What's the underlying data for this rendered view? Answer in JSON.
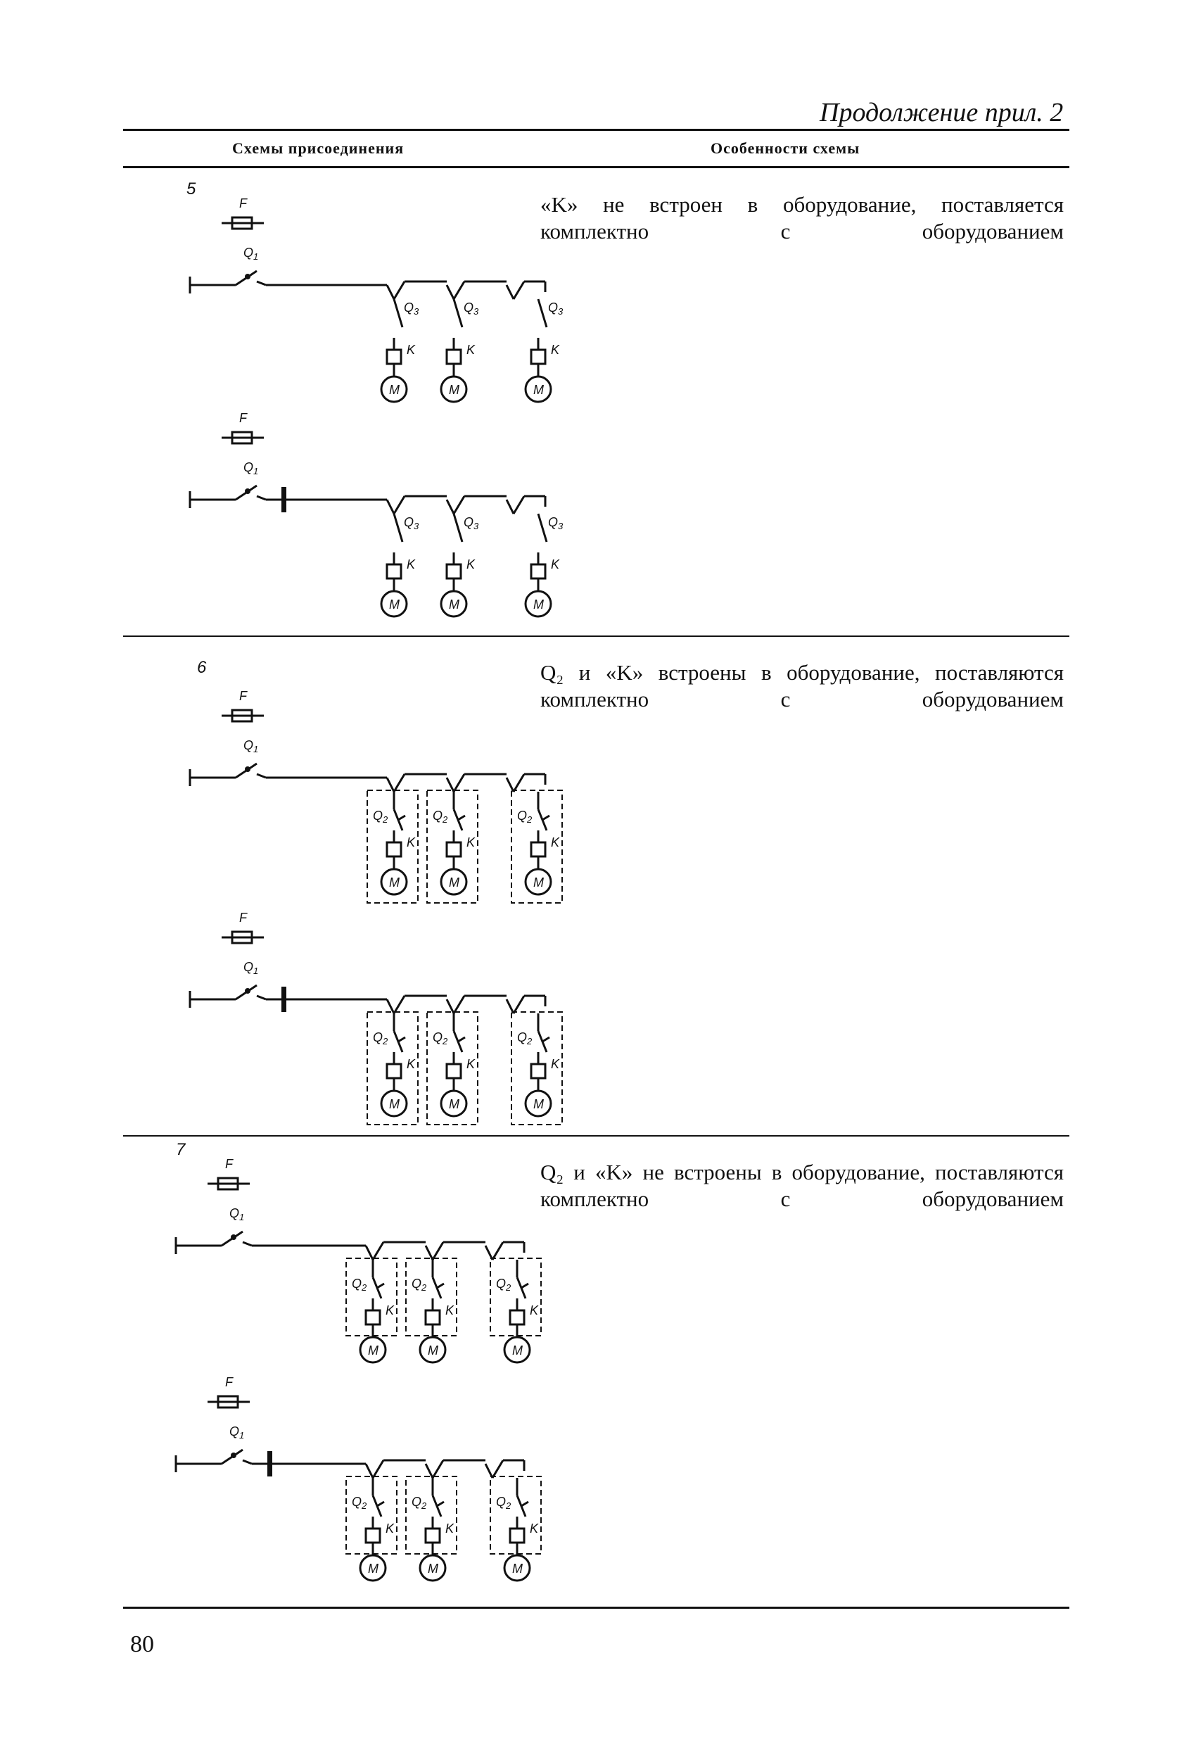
{
  "header": {
    "continuation": "Продолжение прил. 2",
    "col_left": "Схемы присоединения",
    "col_right": "Особенности схемы"
  },
  "rows": [
    {
      "number": "5",
      "description": "«K» не встроен в оборудование, поставляется комплектно с оборудованием"
    },
    {
      "number": "6",
      "description": "Q₂ и «K» встроены в оборудование, поставляются комплектно с оборудованием"
    },
    {
      "number": "7",
      "description": "Q₂ и «K» не встроены в оборудование, поставляются комплектно с оборудованием"
    }
  ],
  "labels": {
    "fuse": "F",
    "switch_q1": "Q1",
    "switch_q2": "Q2",
    "switch_q3": "Q3",
    "contactor": "K",
    "motor": "M"
  },
  "page_number": "80"
}
